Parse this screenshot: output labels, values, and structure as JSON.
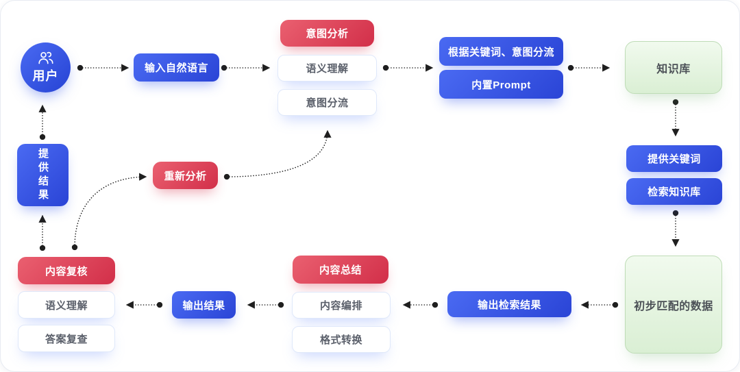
{
  "diagram": {
    "nodes": {
      "user": {
        "label": "用户",
        "icon": "user-group-icon"
      },
      "input_natural_language": {
        "label": "输入自然语言"
      },
      "intent_analysis": {
        "title": "意图分析",
        "items": [
          "语义理解",
          "意图分流"
        ]
      },
      "route_by_keywords": {
        "label": "根据关键词、意图分流"
      },
      "builtin_prompt": {
        "label": "内置Prompt"
      },
      "knowledge_base": {
        "label": "知识库"
      },
      "provide_keywords": {
        "label": "提供关键词"
      },
      "search_knowledge_base": {
        "label": "检索知识库"
      },
      "matched_data": {
        "label": "初步匹配的数据"
      },
      "output_search_results": {
        "label": "输出检索结果"
      },
      "content_summary": {
        "title": "内容总结",
        "items": [
          "内容编排",
          "格式转换"
        ]
      },
      "output_results": {
        "label": "输出结果"
      },
      "content_review": {
        "title": "内容复核",
        "items": [
          "语义理解",
          "答案复查"
        ]
      },
      "provide_results": {
        "label": "提供结果"
      },
      "reanalyze": {
        "label": "重新分析"
      }
    },
    "palette": {
      "blue_gradient_start": "#4a6af2",
      "blue_gradient_end": "#2a44d6",
      "red_gradient_start": "#ea6070",
      "red_gradient_end": "#d22f49",
      "green_bg_top": "#f1faee",
      "green_bg_bottom": "#daefd4",
      "green_border": "#bedcb6",
      "white_item_border": "#dfe8fa",
      "arrow_color": "#1f1f1f",
      "text_on_color": "#ffffff",
      "text_muted": "#5a5f6a"
    }
  }
}
